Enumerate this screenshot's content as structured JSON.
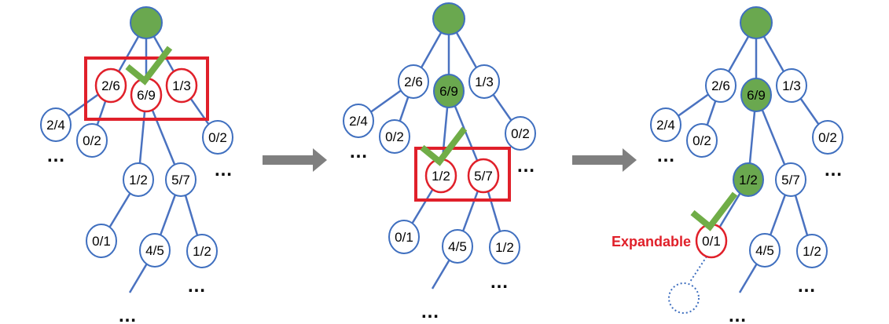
{
  "colors": {
    "edge": "#4a72c0",
    "node_stroke": "#3f6fbf",
    "node_fill": "#ffffff",
    "visited_fill": "#6aa84f",
    "selected_stroke": "#e0202a",
    "selection_box": "#e0202a",
    "checkmark": "#70ad47",
    "arrow": "#7f7f7f",
    "expand_text": "#e0202a",
    "dotted": "#3f6fbf"
  },
  "panels": [
    {
      "id": "panel-1",
      "labels": {
        "n1": "2/6",
        "n2": "6/9",
        "n3": "1/3",
        "n4": "2/4",
        "n5": "0/2",
        "n6": "0/2",
        "n7": "1/2",
        "n8": "5/7",
        "n9": "0/1",
        "n10": "4/5",
        "n11": "1/2"
      },
      "visited": [
        "root"
      ],
      "selected": [
        "n1",
        "n2",
        "n3"
      ],
      "check_on": "n2",
      "box_around": [
        "n1",
        "n2",
        "n3"
      ]
    },
    {
      "id": "panel-2",
      "labels": {
        "n1": "2/6",
        "n2": "6/9",
        "n3": "1/3",
        "n4": "2/4",
        "n5": "0/2",
        "n6": "0/2",
        "n7": "1/2",
        "n8": "5/7",
        "n9": "0/1",
        "n10": "4/5",
        "n11": "1/2"
      },
      "visited": [
        "root",
        "n2"
      ],
      "selected": [
        "n7",
        "n8"
      ],
      "check_on": "n7",
      "box_around": [
        "n7",
        "n8"
      ]
    },
    {
      "id": "panel-3",
      "labels": {
        "n1": "2/6",
        "n2": "6/9",
        "n3": "1/3",
        "n4": "2/4",
        "n5": "0/2",
        "n6": "0/2",
        "n7": "1/2",
        "n8": "5/7",
        "n9": "0/1",
        "n10": "4/5",
        "n11": "1/2"
      },
      "visited": [
        "root",
        "n2",
        "n7"
      ],
      "selected": [
        "n9"
      ],
      "check_on": "n9",
      "box_around": [],
      "expandable_label": "Expandable",
      "expandable_node": "n9"
    }
  ],
  "ellipsis": "…"
}
